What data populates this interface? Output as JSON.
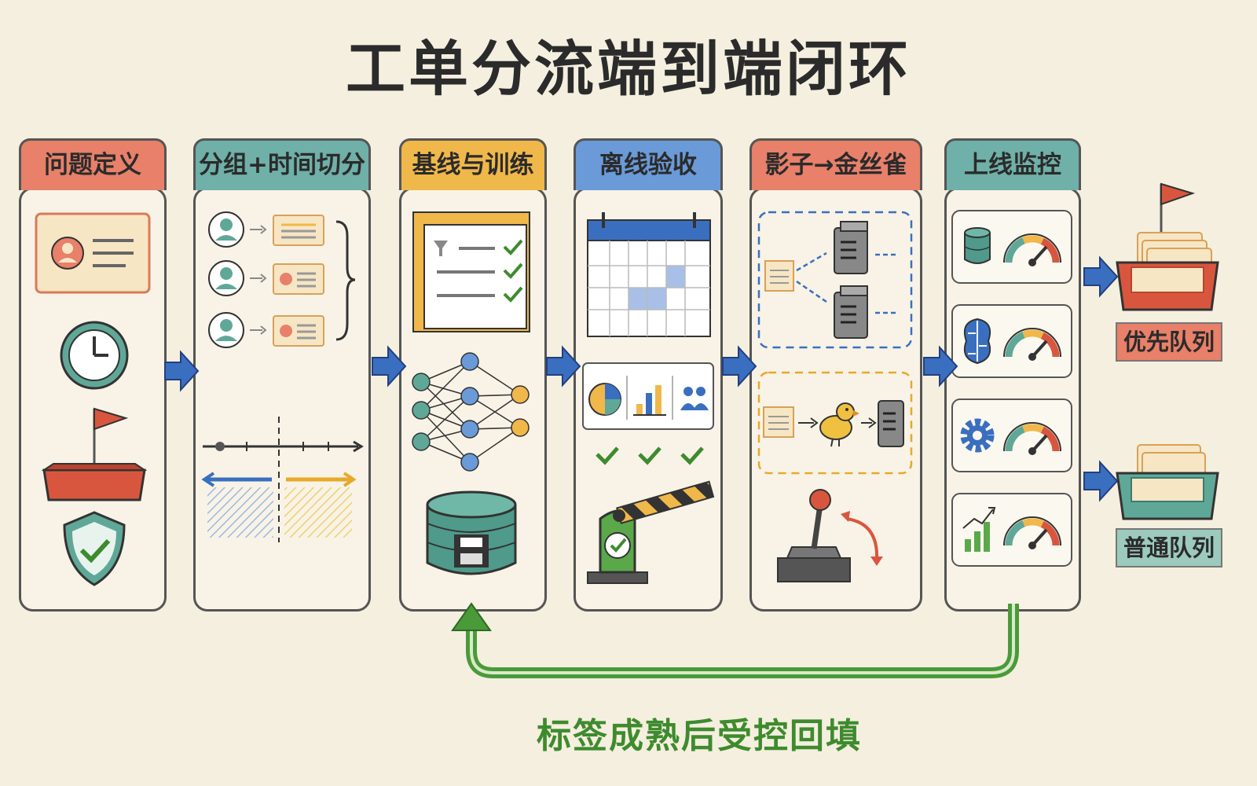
{
  "title": "工单分流端到端闭环",
  "stages": [
    {
      "label": "问题定义",
      "color": "#e8806a"
    },
    {
      "label": "分组+时间切分",
      "color": "#6fb0a8"
    },
    {
      "label": "基线与训练",
      "color": "#f0b84a"
    },
    {
      "label": "离线验收",
      "color": "#6a9ad8"
    },
    {
      "label": "影子→金丝雀",
      "color": "#e8806a"
    },
    {
      "label": "上线监控",
      "color": "#6fb0a8"
    }
  ],
  "queues": {
    "priority": {
      "label": "优先队列",
      "color": "#e8806a"
    },
    "normal": {
      "label": "普通队列",
      "color": "#9ccabd"
    }
  },
  "feedback": {
    "label": "标签成熟后受控回填",
    "color": "#4a9a3a"
  },
  "icons": [
    "ticket-icon",
    "clock-icon",
    "flag-tray-icon",
    "shield-check-icon",
    "user-icon",
    "ticket-list-icon",
    "brace-icon",
    "timeline-icon",
    "checklist-icon",
    "neural-net-icon",
    "database-save-icon",
    "calendar-grid-icon",
    "pie-chart-icon",
    "bar-chart-icon",
    "people-icon",
    "check-icon",
    "barrier-gate-icon",
    "server-icon",
    "canary-bird-icon",
    "joystick-icon",
    "gauge-icon",
    "brain-icon",
    "gear-icon",
    "trend-chart-icon",
    "inbox-tray-icon"
  ]
}
